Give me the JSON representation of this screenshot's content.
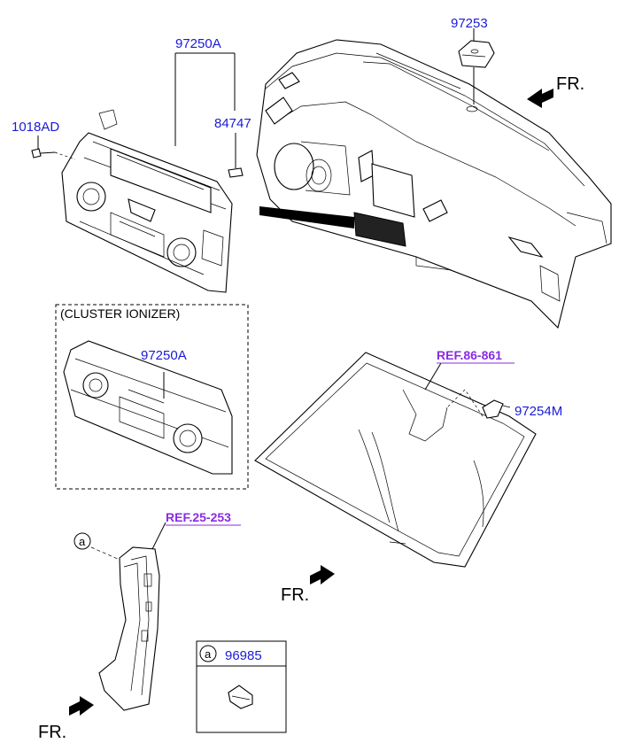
{
  "labels": {
    "p97253": "97253",
    "p97250a_top": "97250A",
    "p84747": "84747",
    "p1018ad": "1018AD",
    "p97250a_ionizer": "97250A",
    "p97254m": "97254M",
    "p96985": "96985"
  },
  "refs": {
    "ref_86_861": "REF.86-861",
    "ref_25_253": "REF.25-253"
  },
  "captions": {
    "cluster_ionizer": "(CLUSTER IONIZER)",
    "callout_a": "a",
    "box_callout_a": "a"
  },
  "fr_labels": {
    "fr_top": "FR.",
    "fr_mid": "FR.",
    "fr_bottom": "FR."
  },
  "colors": {
    "part_number": "#1a1ad6",
    "reference": "#8a2be2",
    "lines": "#000000"
  }
}
